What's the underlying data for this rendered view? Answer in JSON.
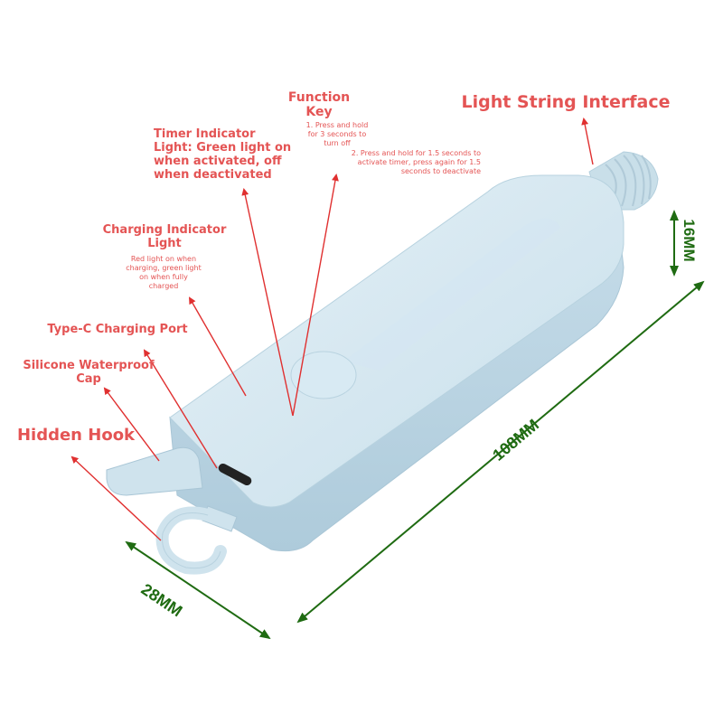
{
  "labels": {
    "function_key_title": "Function\nKey",
    "function_key_desc": "1. Press and hold\nfor 3 seconds to\nturn off",
    "function_key_desc2": "2. Press and hold for 1.5 seconds to\nactivate timer, press again for 1.5\nseconds to deactivate",
    "light_string_interface": "Light String Interface",
    "timer_indicator": "Timer Indicator\nLight: Green light on\nwhen activated, off\nwhen deactivated",
    "charging_indicator_title": "Charging Indicator\nLight",
    "charging_indicator_desc": "Red light on when\ncharging, green light\non when fully\ncharged",
    "type_c_port": "Type-C Charging Port",
    "waterproof_cap": "Silicone Waterproof\nCap",
    "hidden_hook": "Hidden Hook"
  },
  "dimensions": {
    "height": "16MM",
    "length": "108MM",
    "width": "28MM"
  },
  "colors": {
    "label_red": "#e45454",
    "arrow_red": "#e03030",
    "dimension_green": "#1f6b12",
    "body_blue": "#cfe4ef"
  }
}
